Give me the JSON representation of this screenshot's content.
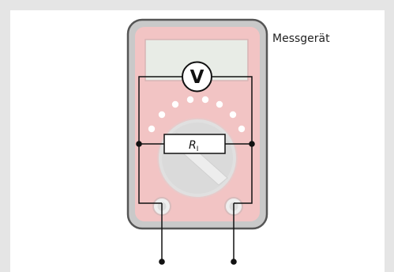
{
  "device": {
    "label": "Messgerät"
  },
  "voltmeter": {
    "symbol": "V"
  },
  "resistor": {
    "symbol": "R",
    "subscript": "I"
  },
  "colors": {
    "background": "#e5e5e5",
    "panel": "#ffffff",
    "housing": "#555555",
    "housing_fill": "#c9c9c9",
    "body_faded": "#f2c4c4",
    "display": "#e8ece6",
    "knob": "#e0e0e0",
    "dot": "#ffffff",
    "wire": "#111111"
  }
}
